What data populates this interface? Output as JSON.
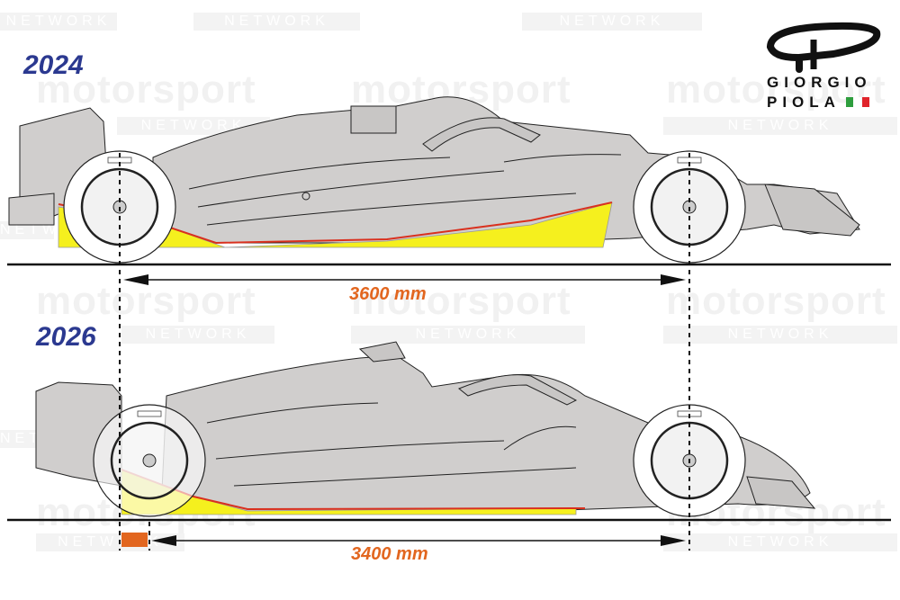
{
  "watermark": {
    "brand": "motorsport",
    "sub": "NETWORK",
    "color": "#f1f1f1"
  },
  "logo": {
    "line1": "GIORGIO",
    "line2": "PIOLA",
    "flag_colors": [
      "#2e9e3e",
      "#ffffff",
      "#e0242b"
    ]
  },
  "cars": [
    {
      "year": "2024",
      "wheelbase_label": "3600 mm",
      "wheelbase_mm": 3600
    },
    {
      "year": "2026",
      "wheelbase_label": "3400 mm",
      "wheelbase_mm": 3400
    }
  ],
  "colors": {
    "year_label": "#2b3990",
    "dimension_label": "#e2661f",
    "floor_highlight": "#f5f01e",
    "floor_line": "#d9301e",
    "car_body": "#d0cecd",
    "wheelbase_delta_marker": "#e2661f"
  }
}
